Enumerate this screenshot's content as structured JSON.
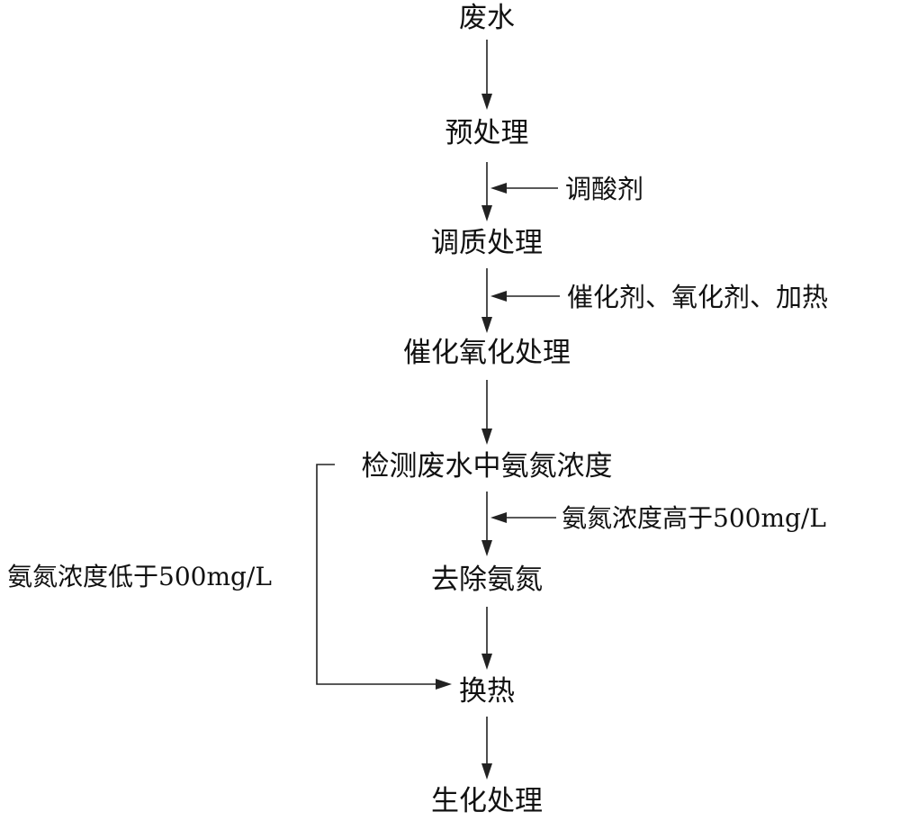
{
  "flowchart": {
    "steps": {
      "wastewater": "废水",
      "pretreatment": "预处理",
      "conditioning": "调质处理",
      "catalytic_oxidation": "催化氧化处理",
      "detect_ammonia": "检测废水中氨氮浓度",
      "remove_ammonia": "去除氨氮",
      "heat_exchange": "换热",
      "biochemical": "生化处理"
    },
    "inputs": {
      "ph_adjuster": "调酸剂",
      "catalyst_oxidant_heat": "催化剂、氧化剂、加热",
      "high_ammonia_condition": "氨氮浓度高于500mg/L"
    },
    "bypass": {
      "low_ammonia_condition": "氨氮浓度低于500mg/L"
    }
  }
}
